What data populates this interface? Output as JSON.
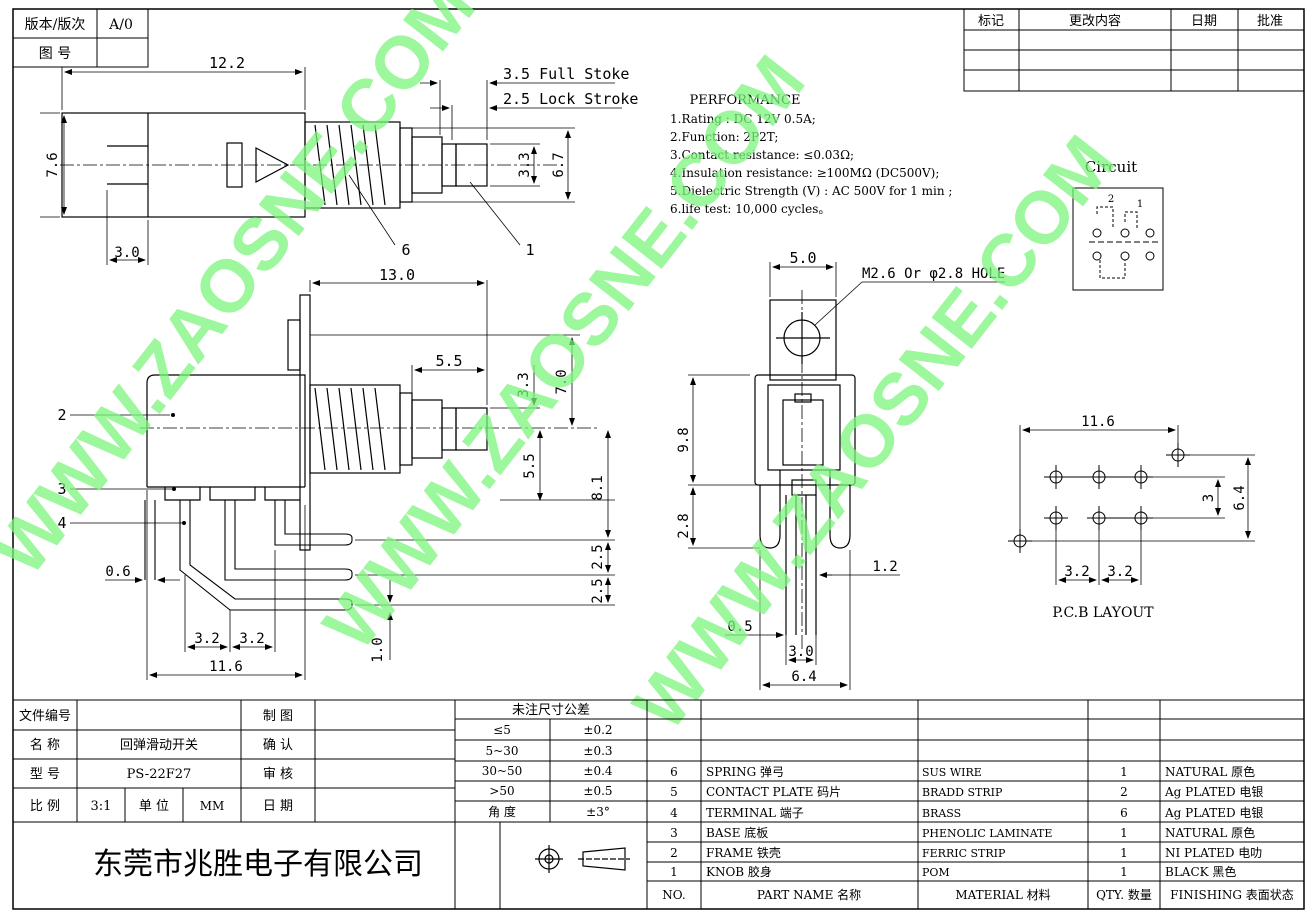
{
  "title_block_top": {
    "version_label": "版本/版次",
    "version_value": "A/0",
    "drawing_no_label": "图 号",
    "drawing_no_value": ""
  },
  "revision_table": {
    "headers": [
      "标记",
      "更改内容",
      "日期",
      "批准"
    ],
    "rows": [
      [
        "",
        "",
        "",
        ""
      ],
      [
        "",
        "",
        "",
        ""
      ],
      [
        "",
        "",
        "",
        ""
      ]
    ]
  },
  "dimensions": {
    "top_view": {
      "length": "12.2",
      "full_stroke": "3.5 Full Stoke",
      "lock_stroke": "2.5 Lock Stroke",
      "height": "7.6",
      "knob_dia": "3.3",
      "bushing_dia": "6.7",
      "pin_offset": "3.0",
      "callout_spring": "6",
      "callout_plate": "1"
    },
    "side_view": {
      "overall": "13.0",
      "knob_len": "5.5",
      "knob_h": "3.3",
      "upper_h": "7.0",
      "lower_h": "5.5",
      "total_h": "8.1",
      "pitch_a": "2.5",
      "pitch_b": "2.5",
      "pin_th": "0.6",
      "pin_len": "1.0",
      "spacing_1": "3.2",
      "spacing_2": "3.2",
      "width": "11.6",
      "callout_frame": "2",
      "callout_base": "3",
      "callout_terminal": "4"
    },
    "front_view": {
      "width": "5.0",
      "hole_note": "M2.6 Or φ2.8 HOLE",
      "height": "9.8",
      "pin_len": "2.8",
      "pin_w": "1.2",
      "gap": "0.5",
      "pitch": "3.0",
      "overall_w": "6.4"
    },
    "pcb": {
      "width": "11.6",
      "height": "6.4",
      "row": "3",
      "pitch_1": "3.2",
      "pitch_2": "3.2",
      "caption": "P.C.B LAYOUT"
    }
  },
  "performance": {
    "title": "PERFORMANCE",
    "lines": [
      "1.Rating : DC 12V 0.5A;",
      "2.Function: 2P2T;",
      "3.Contact resistance: ≤0.03Ω;",
      "4.Insulation resistance: ≥100MΩ (DC500V);",
      "5.Dielectric Strength (V) : AC 500V for 1 min ;",
      "6.life test: 10,000 cycles。"
    ]
  },
  "circuit": {
    "title": "Circuit",
    "label_a": "2",
    "label_b": "1"
  },
  "watermark": "WWW.ZAOSNE.COM",
  "info_block": {
    "file_no_label": "文件编号",
    "file_no_value": "",
    "name_label": "名 称",
    "name_value": "回弹滑动开关",
    "model_label": "型 号",
    "model_value": "PS-22F27",
    "scale_label": "比 例",
    "scale_value": "3:1",
    "unit_label": "单 位",
    "unit_value": "MM",
    "drawn_label": "制 图",
    "confirm_label": "确 认",
    "review_label": "审 核",
    "date_label": "日 期",
    "company": "东莞市兆胜电子有限公司"
  },
  "tolerance": {
    "title": "未注尺寸公差",
    "rows": [
      [
        "≤5",
        "±0.2"
      ],
      [
        "5~30",
        "±0.3"
      ],
      [
        "30~50",
        "±0.4"
      ],
      [
        ">50",
        "±0.5"
      ],
      [
        "角 度",
        "±3°"
      ]
    ]
  },
  "parts_list": {
    "headers": [
      "NO.",
      "PART NAME 名称",
      "MATERIAL 材料",
      "QTY. 数量",
      "FINISHING 表面状态"
    ],
    "rows": [
      [
        "6",
        "SPRING 弹弓",
        "SUS WIRE",
        "1",
        "NATURAL 原色"
      ],
      [
        "5",
        "CONTACT PLATE 码片",
        "BRADD STRIP",
        "2",
        "Ag PLATED 电银"
      ],
      [
        "4",
        "TERMINAL 端子",
        "BRASS",
        "6",
        "Ag PLATED 电银"
      ],
      [
        "3",
        "BASE 底板",
        "PHENOLIC LAMINATE",
        "1",
        "NATURAL 原色"
      ],
      [
        "2",
        "FRAME 铁壳",
        "FERRIC STRIP",
        "1",
        "NI PLATED 电叻"
      ],
      [
        "1",
        "KNOB 胶身",
        "POM",
        "1",
        "BLACK 黑色"
      ]
    ]
  }
}
